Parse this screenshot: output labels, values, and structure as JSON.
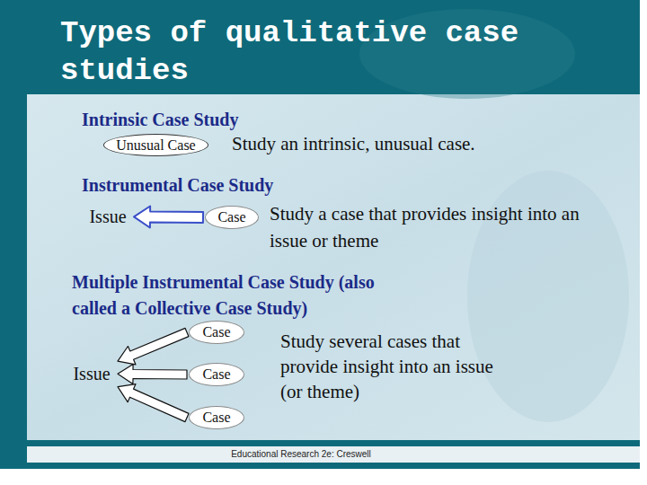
{
  "diagram": {
    "title": "Types of qualitative case studies",
    "nodes": [
      {
        "text": [
          "Unusual Case"
        ]
      },
      {
        "text": [
          "Issue"
        ]
      },
      {
        "text": [
          "Case"
        ]
      },
      {
        "text": [
          "Case"
        ]
      },
      {
        "text": [
          "Issue"
        ]
      },
      {
        "text": [
          "Case"
        ]
      },
      {
        "text": [
          "Case"
        ]
      }
    ],
    "edges": [
      {
        "from": 2,
        "to": 1,
        "arrow": "to"
      },
      {
        "from": 3,
        "to": 4,
        "arrow": "to"
      },
      {
        "from": 5,
        "to": 4,
        "arrow": "to"
      },
      {
        "from": 6,
        "to": 4,
        "arrow": "to"
      }
    ],
    "labels": [
      "Intrinsic Case Study",
      "Study an intrinsic, unusual case.",
      "Instrumental Case Study",
      "Study a case that provides insight into an issue or theme",
      "Multiple Instrumental Case Study (also called a Collective Case Study)",
      "Study several cases that provide insight into an issue (or theme)",
      "Educational Research 2e: Creswell"
    ]
  }
}
